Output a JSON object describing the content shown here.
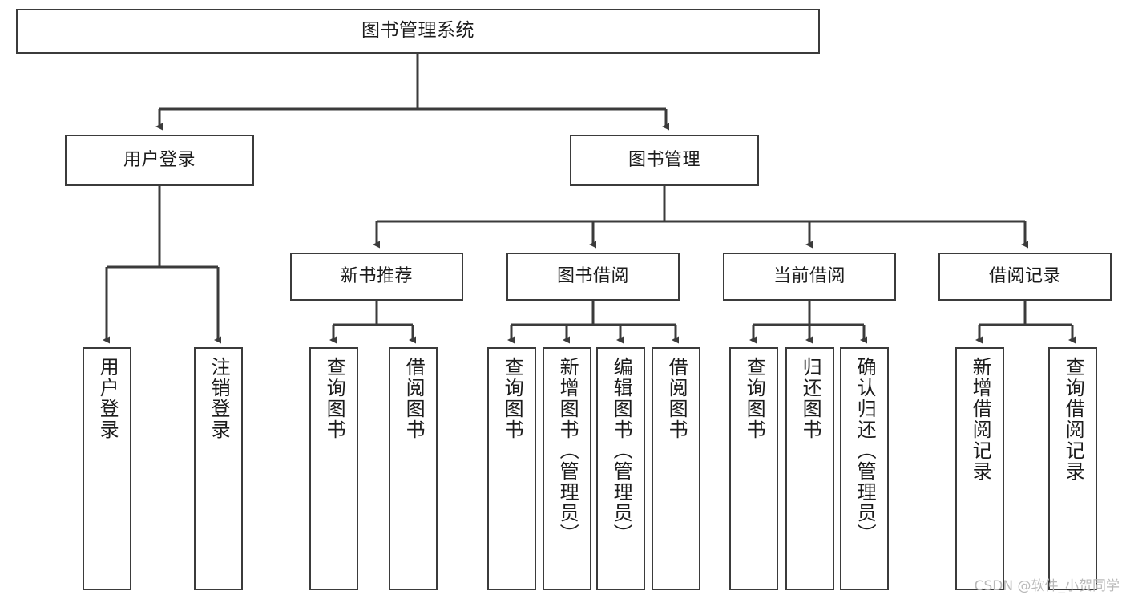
{
  "diagram": {
    "type": "tree",
    "title": "图书管理系统",
    "root": {
      "label": "图书管理系统"
    },
    "level2": [
      {
        "label": "用户登录"
      },
      {
        "label": "图书管理"
      }
    ],
    "level3": [
      {
        "label": "新书推荐"
      },
      {
        "label": "图书借阅"
      },
      {
        "label": "当前借阅"
      },
      {
        "label": "借阅记录"
      }
    ],
    "leaves": {
      "user_login": [
        {
          "label": "用户登录"
        },
        {
          "label": "注销登录"
        }
      ],
      "new_book_recommend": [
        {
          "label": "查询图书"
        },
        {
          "label": "借阅图书"
        }
      ],
      "book_borrow": [
        {
          "label": "查询图书"
        },
        {
          "label": "新增图书（管理员）"
        },
        {
          "label": "编辑图书（管理员）"
        },
        {
          "label": "借阅图书"
        }
      ],
      "current_borrow": [
        {
          "label": "查询图书"
        },
        {
          "label": "归还图书"
        },
        {
          "label": "确认归还（管理员）"
        }
      ],
      "borrow_record": [
        {
          "label": "新增借阅记录"
        },
        {
          "label": "查询借阅记录"
        }
      ]
    }
  },
  "watermark": {
    "text": "CSDN @软件_小贺同学"
  },
  "colors": {
    "border": "#3b3b3b",
    "background": "#ffffff",
    "text": "#1c1c1c",
    "watermark": "#b9b9b9"
  }
}
